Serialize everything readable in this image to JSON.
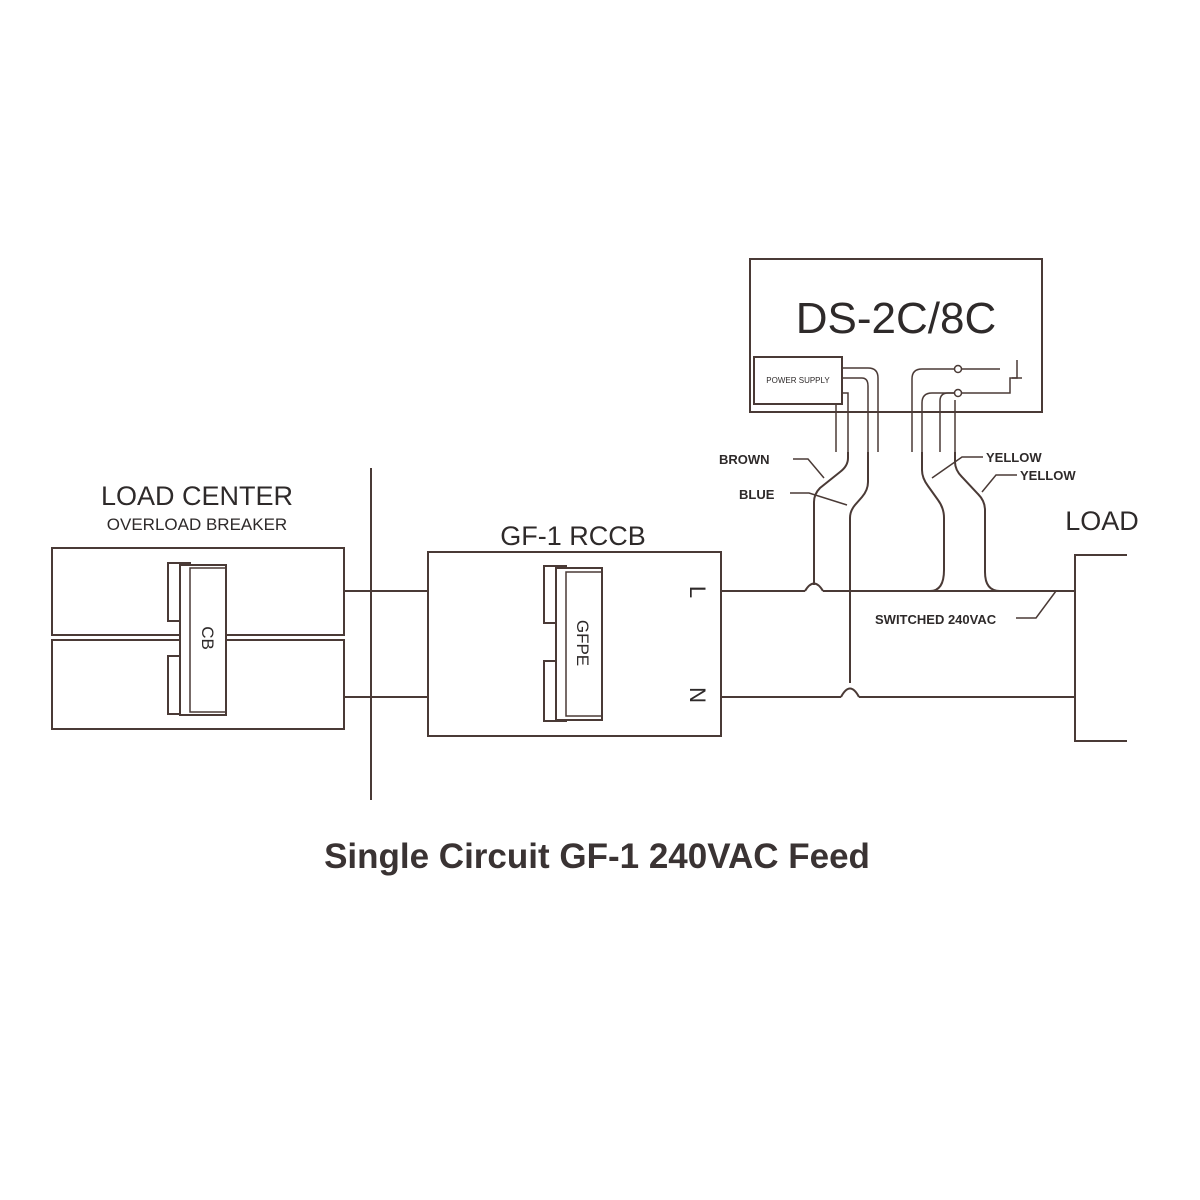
{
  "diagram": {
    "load_center": {
      "title": "LOAD CENTER",
      "subtitle": "OVERLOAD BREAKER",
      "breaker_label": "CB"
    },
    "rccb": {
      "title": "GF-1 RCCB",
      "device_label": "GFPE",
      "terminal_line": "L",
      "terminal_neutral": "N"
    },
    "controller": {
      "title": "DS-2C/8C",
      "power_supply_label": "POWER SUPPLY"
    },
    "wires": {
      "brown": "BROWN",
      "blue": "BLUE",
      "yellow_1": "YELLOW",
      "yellow_2": "YELLOW",
      "switched": "SWITCHED 240VAC"
    },
    "load": {
      "label": "LOAD"
    },
    "caption": "Single Circuit GF-1 240VAC Feed"
  }
}
